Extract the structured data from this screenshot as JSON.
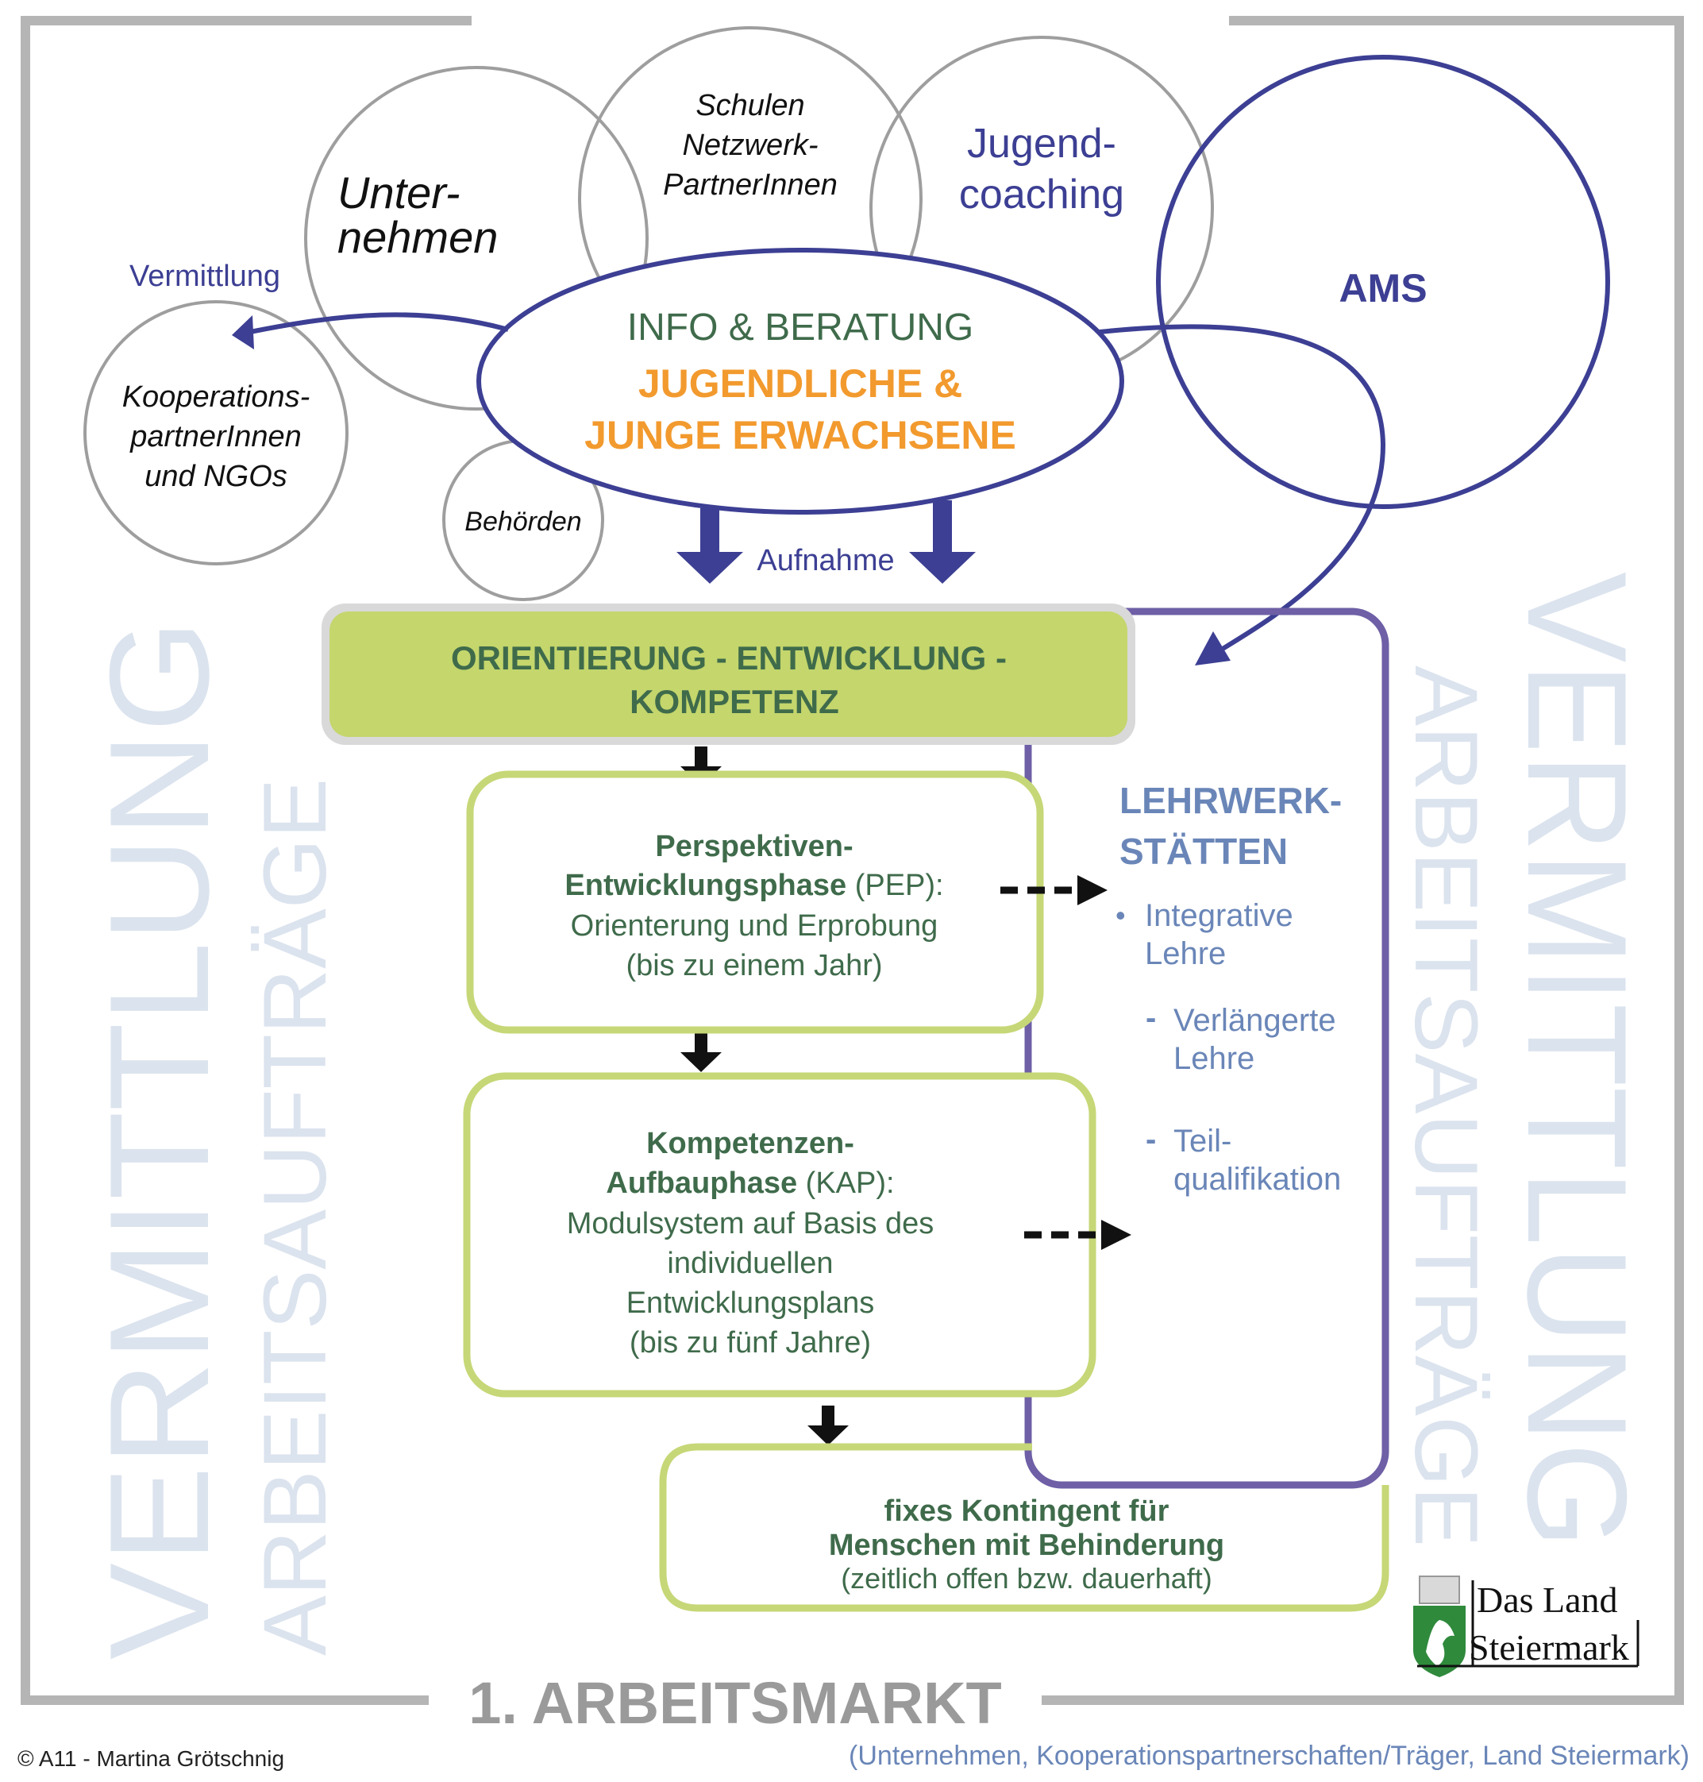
{
  "colors": {
    "frame_gray": "#b5b5b5",
    "navy": "#3c3f93",
    "purple": "#6e5fa6",
    "lime": "#c4d66c",
    "lime_border": "#c6d777",
    "dark_green": "#3f6b4b",
    "orange": "#f29a2e",
    "watermark": "#dbe3ee",
    "light_blue_text": "#6a86b8",
    "gray_text": "#9a9a9a"
  },
  "circles": {
    "unternehmen": {
      "line1": "Unter-",
      "line2": "nehmen"
    },
    "schulen": {
      "line1": "Schulen",
      "line2": "Netzwerk-",
      "line3": "PartnerInnen"
    },
    "jugendcoaching": {
      "line1": "Jugend-",
      "line2": "coaching"
    },
    "ams": {
      "label": "AMS"
    },
    "kooperation": {
      "line1": "Kooperations-",
      "line2": "partnerInnen",
      "line3": "und NGOs"
    },
    "behoerden": {
      "label": "Behörden"
    }
  },
  "info": {
    "line1": "INFO & BERATUNG",
    "line2": "JUGENDLICHE &",
    "line3": "JUNGE ERWACHSENE"
  },
  "labels": {
    "vermittlung": "Vermittlung",
    "aufnahme": "Aufnahme"
  },
  "orientierung": {
    "line1": "ORIENTIERUNG - ENTWICKLUNG -",
    "line2": "KOMPETENZ"
  },
  "pep": {
    "line1": "Perspektiven-",
    "line2_bold": "Entwicklungsphase",
    "line2_rest": " (PEP):",
    "line3": "Orienterung und Erprobung",
    "line4": "(bis zu einem Jahr)"
  },
  "kap": {
    "line1": "Kompetenzen-",
    "line2_bold": "Aufbauphase",
    "line2_rest": " (KAP):",
    "line3": "Modulsystem auf Basis des",
    "line4": "individuellen",
    "line5": "Entwicklungsplans",
    "line6": "(bis zu fünf Jahre)"
  },
  "fixes": {
    "line1": "fixes Kontingent für",
    "line2": "Menschen mit Behinderung",
    "line3": "(zeitlich offen bzw. dauerhaft)"
  },
  "lehrwerk": {
    "title1": "LEHRWERK-",
    "title2": "STÄTTEN",
    "bullet": "•",
    "dash": "-",
    "item1_line1": "Integrative",
    "item1_line2": "Lehre",
    "item2_line1": "Verlängerte",
    "item2_line2": "Lehre",
    "item3_line1": "Teil-",
    "item3_line2": "qualifikation"
  },
  "watermarks": {
    "big": "VERMITTLUNG",
    "small": "ARBEITSAUFTRÄGE"
  },
  "bottom": {
    "title": "1. ARBEITSMARKT",
    "subtitle": "(Unternehmen, Kooperationspartnerschaften/Träger, Land Steiermark)",
    "credit": "© A11 - Martina Grötschnig"
  },
  "logo": {
    "line1": "Das Land",
    "line2": "Steiermark"
  }
}
